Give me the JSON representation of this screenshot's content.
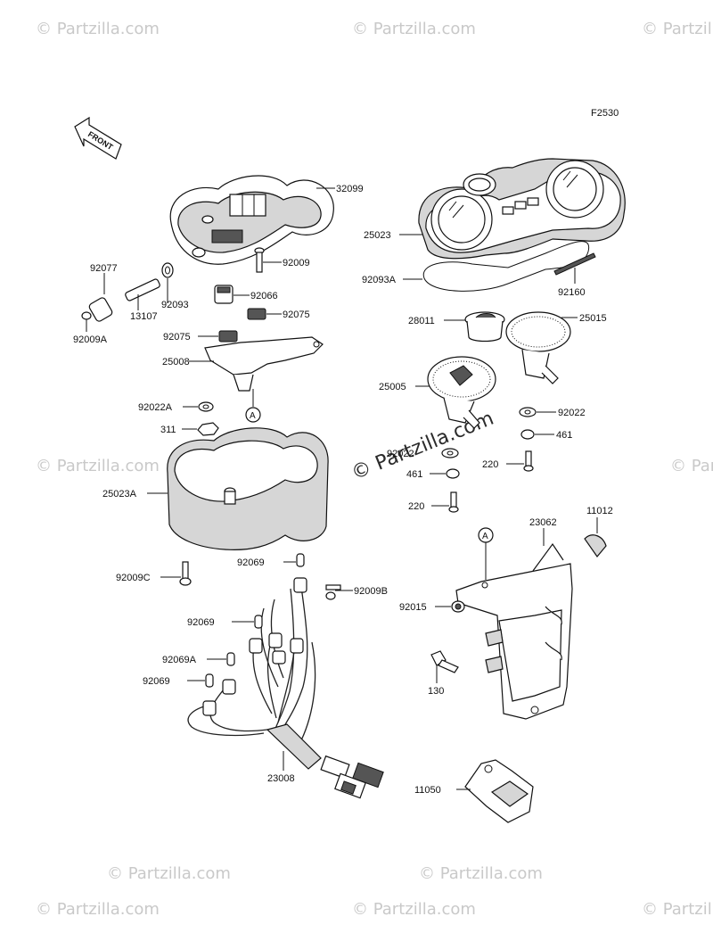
{
  "figure_code": "F2530",
  "front_label": "FRONT",
  "watermark": "© Partzilla.com",
  "center_watermark": "© Partzilla.com",
  "ref_marker": "A",
  "labels": {
    "l32099": "32099",
    "l92077": "92077",
    "l92009": "92009",
    "l92093": "92093",
    "l13107": "13107",
    "l92066": "92066",
    "l92009A": "92009A",
    "l92075a": "92075",
    "l92075b": "92075",
    "l25008": "25008",
    "l92022A": "92022A",
    "l311": "311",
    "l25023A": "25023A",
    "l92009C": "92009C",
    "l92069a": "92069",
    "l92009B": "92009B",
    "l92069b": "92069",
    "l92069A": "92069A",
    "l92069c": "92069",
    "l23008": "23008",
    "l25023": "25023",
    "l92093A": "92093A",
    "l92160": "92160",
    "l28011": "28011",
    "l25015": "25015",
    "l25005": "25005",
    "l92022": "92022",
    "l92022b": "92022",
    "l461a": "461",
    "l461b": "461",
    "l220a": "220",
    "l220b": "220",
    "l23062": "23062",
    "l11012": "11012",
    "l92015": "92015",
    "l130": "130",
    "l11050": "11050"
  }
}
